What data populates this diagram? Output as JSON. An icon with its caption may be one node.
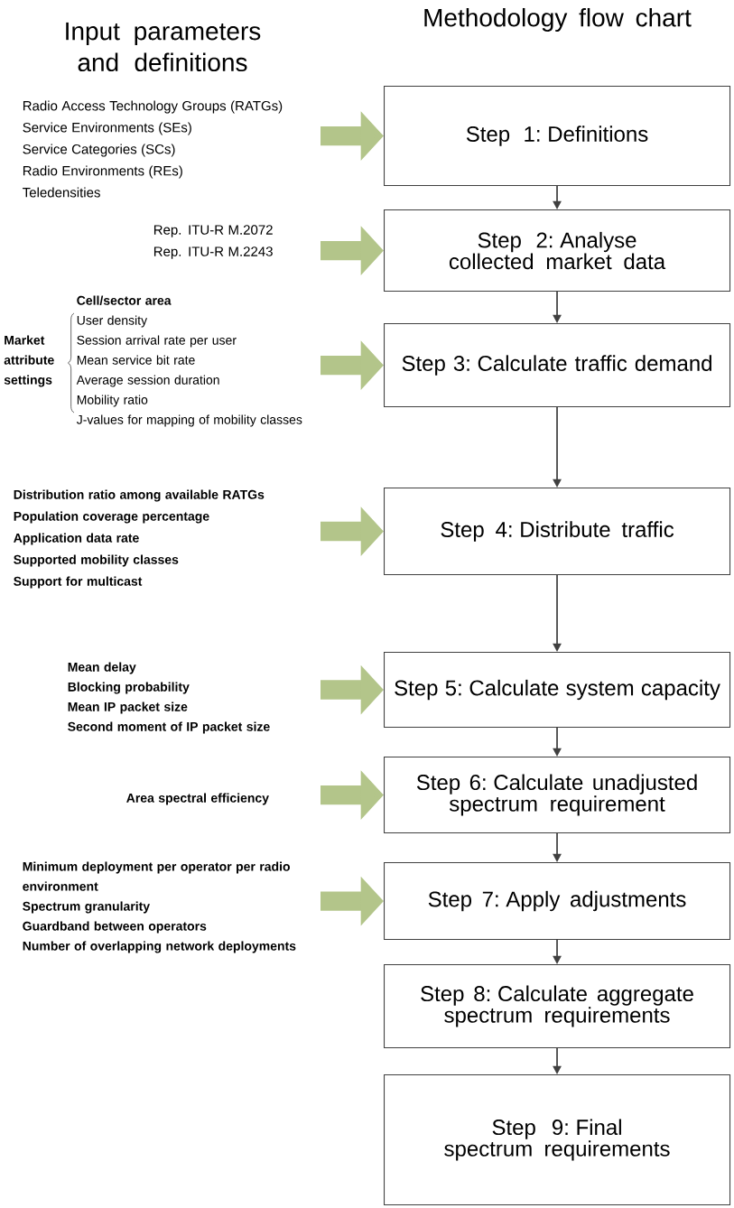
{
  "diagram": {
    "nodes": [
      {
        "text": [
          "Step 1: Definitions"
        ]
      },
      {
        "text": [
          "Step 2: Analyse collected market data"
        ]
      },
      {
        "text": [
          "Step 3: Calculate traffic demand"
        ]
      },
      {
        "text": [
          "Step 4: Distribute traffic"
        ]
      },
      {
        "text": [
          "Step 5: Calculate system capacity"
        ]
      },
      {
        "text": [
          "Step 6: Calculate unadjusted spectrum requirement"
        ]
      },
      {
        "text": [
          "Step 7: Apply adjustments"
        ]
      },
      {
        "text": [
          "Step 8: Calculate aggregate spectrum requirements"
        ]
      },
      {
        "text": [
          "Step 9: Final spectrum requirements"
        ]
      },
      {
        "text": [
          "Radio Access Technology Groups (RATGs)",
          "Service Environments (SEs)",
          "Service Categories (SCs)",
          "Radio Environments (REs)",
          "Teledensities"
        ]
      },
      {
        "text": [
          "Rep. ITU-R M.2072",
          "Rep. ITU-R M.2243"
        ]
      },
      {
        "text": [
          "Cell/sector area",
          "User density",
          "Session arrival rate per user",
          "Mean service bit rate",
          "Average session duration",
          "Mobility ratio",
          "J-values for mapping of mobility classes"
        ]
      },
      {
        "text": [
          "Distribution ratio among available RATGs",
          "Population coverage percentage",
          "Application data rate",
          "Supported mobility classes",
          "Support for multicast"
        ]
      },
      {
        "text": [
          "Mean delay",
          "Blocking probability",
          "Mean IP packet size",
          "Second moment of IP packet size"
        ]
      },
      {
        "text": [
          "Area spectral efficiency"
        ]
      },
      {
        "text": [
          "Minimum deployment per operator per radio environment",
          "Spectrum granularity",
          "Guardband between operators",
          "Number of overlapping network deployments"
        ]
      }
    ],
    "edges": [
      {
        "from": 0,
        "to": 1,
        "arrow": "to"
      },
      {
        "from": 1,
        "to": 2,
        "arrow": "to"
      },
      {
        "from": 2,
        "to": 3,
        "arrow": "to"
      },
      {
        "from": 3,
        "to": 4,
        "arrow": "to"
      },
      {
        "from": 4,
        "to": 5,
        "arrow": "to"
      },
      {
        "from": 5,
        "to": 6,
        "arrow": "to"
      },
      {
        "from": 6,
        "to": 7,
        "arrow": "to"
      },
      {
        "from": 7,
        "to": 8,
        "arrow": "to"
      },
      {
        "from": 9,
        "to": 0,
        "arrow": "to",
        "style": "thick",
        "color": "#b3c58a"
      },
      {
        "from": 10,
        "to": 1,
        "arrow": "to",
        "style": "thick",
        "color": "#b3c58a"
      },
      {
        "from": 11,
        "to": 2,
        "arrow": "to",
        "style": "thick",
        "color": "#b3c58a"
      },
      {
        "from": 12,
        "to": 3,
        "arrow": "to",
        "style": "thick",
        "color": "#b3c58a"
      },
      {
        "from": 13,
        "to": 4,
        "arrow": "to",
        "style": "thick",
        "color": "#b3c58a"
      },
      {
        "from": 14,
        "to": 5,
        "arrow": "to",
        "style": "thick",
        "color": "#b3c58a"
      },
      {
        "from": 15,
        "to": 6,
        "arrow": "to",
        "style": "thick",
        "color": "#b3c58a"
      }
    ],
    "labels": [
      "Input parameters and definitions",
      "Methodology flow chart",
      "Market attribute settings"
    ]
  }
}
